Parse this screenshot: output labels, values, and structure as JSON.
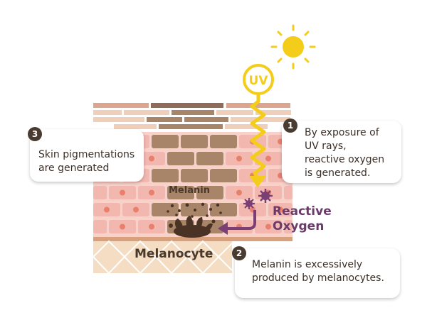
{
  "uv_label": "UV",
  "labels": {
    "melanin": "Melanin",
    "melanocyte": "Melanocyte",
    "reactive_oxygen": "Reactive\nOxygen"
  },
  "callouts": [
    {
      "number": "1",
      "text": "By exposure of\nUV rays,\nreactive oxygen\nis generated."
    },
    {
      "number": "2",
      "text": "Melanin is excessively\nproduced by melanocytes."
    },
    {
      "number": "3",
      "text": "Skin pigmentations\n are generated"
    }
  ],
  "colors": {
    "sun": "#f4cc1a",
    "uv_ray": "#f4cc1a",
    "skin_cell": "#f2b8b0",
    "cell_nucleus": "#e8806e",
    "pigment_cell": "#a88468",
    "dermis": "#f4ddc2",
    "reactive_oxygen": "#7b3f74",
    "melanocyte": "#4a3224",
    "number_badge": "#4a3b30"
  }
}
